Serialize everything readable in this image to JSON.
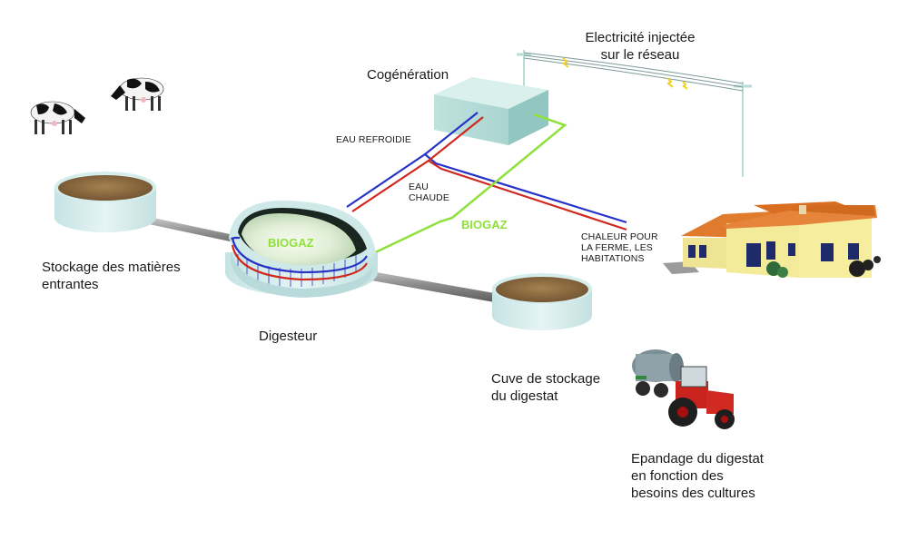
{
  "labels": {
    "electricite": "Electricité injectée\nsur le réseau",
    "cogeneration": "Cogénération",
    "eau_refroidie": "EAU REFROIDIE",
    "eau_chaude": "EAU\nCHAUDE",
    "biogaz_pipe": "BIOGAZ",
    "biogaz_dome": "BIOGAZ",
    "chaleur": "CHALEUR POUR\nLA FERME, LES\nHABITATIONS",
    "stockage": "Stockage des matières\nentrantes",
    "digesteur": "Digesteur",
    "cuve": "Cuve de stockage\ndu digestat",
    "epandage": "Epandage du digestat\nen fonction des\nbesoins des cultures"
  },
  "icons": [
    "cow-icon",
    "cow-icon",
    "house-icon",
    "tractor-icon",
    "power-line-icon"
  ],
  "colors": {
    "hot_water": "#d0281e",
    "cold_water": "#2432c8",
    "biogas": "#8ee03a",
    "tank_wall": "#d8eeee",
    "manure": "#8c6a3e",
    "house_wall": "#f3eb9a",
    "roof": "#e07a2c"
  }
}
